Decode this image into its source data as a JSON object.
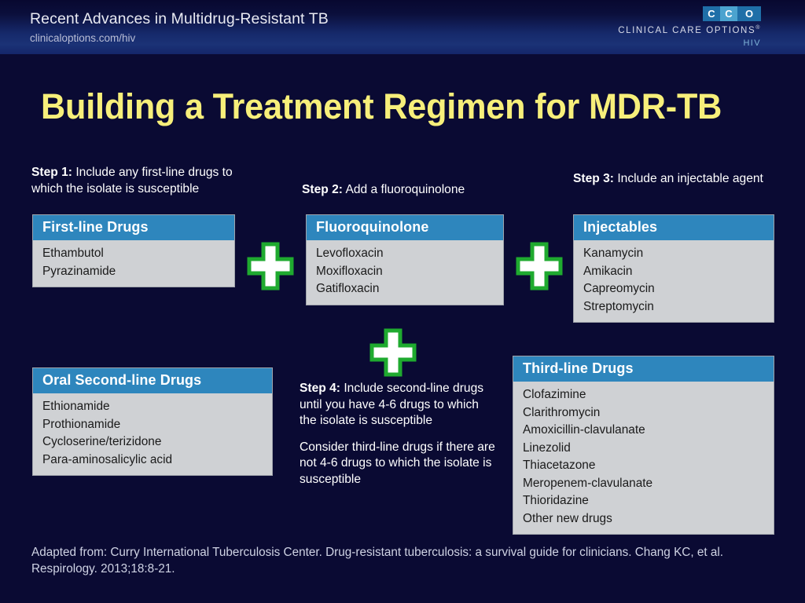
{
  "header": {
    "title": "Recent Advances in Multidrug-Resistant TB",
    "subtitle": "clinicaloptions.com/hiv",
    "logo": {
      "mark_1": "C",
      "mark_2": "C",
      "mark_3": "O",
      "name": "CLINICAL CARE OPTIONS",
      "trademark": "®",
      "tagline": "HIV"
    }
  },
  "title": "Building a Treatment Regimen for MDR-TB",
  "steps": {
    "step1": {
      "label": "Step 1:",
      "text": " Include any first-line drugs to which the isolate is susceptible"
    },
    "step2": {
      "label": "Step 2:",
      "text": " Add a fluoroquinolone"
    },
    "step3": {
      "label": "Step 3:",
      "text": " Include an injectable agent"
    },
    "step4": {
      "label": "Step 4:",
      "text": " Include second-line drugs until you have 4-6 drugs to which the isolate is susceptible",
      "text2": "Consider third-line drugs if there are not 4-6 drugs to which the isolate is susceptible"
    }
  },
  "boxes": {
    "first_line": {
      "heading": "First-line Drugs",
      "drugs": [
        "Ethambutol",
        "Pyrazinamide"
      ]
    },
    "fluoroquinolone": {
      "heading": "Fluoroquinolone",
      "drugs": [
        "Levofloxacin",
        "Moxifloxacin",
        "Gatifloxacin"
      ]
    },
    "injectables": {
      "heading": "Injectables",
      "drugs": [
        "Kanamycin",
        "Amikacin",
        "Capreomycin",
        "Streptomycin"
      ]
    },
    "oral_second_line": {
      "heading": "Oral Second-line Drugs",
      "drugs": [
        "Ethionamide",
        "Prothionamide",
        "Cycloserine/terizidone",
        "Para-aminosalicylic acid"
      ]
    },
    "third_line": {
      "heading": "Third-line Drugs",
      "drugs": [
        "Clofazimine",
        "Clarithromycin",
        "Amoxicillin-clavulanate",
        "Linezolid",
        "Thiacetazone",
        "Meropenem-clavulanate",
        "Thioridazine",
        "Other new drugs"
      ]
    }
  },
  "connectors": [
    {
      "name": "plus-icon-1"
    },
    {
      "name": "plus-icon-2"
    },
    {
      "name": "plus-icon-3"
    }
  ],
  "footer": "Adapted from: Curry International Tuberculosis Center. Drug-resistant tuberculosis: a survival guide for clinicians. Chang KC, et al. Respirology. 2013;18:8-21.",
  "colors": {
    "background": "#0a0a33",
    "header_band": "#16296b",
    "title_yellow": "#f7ef7a",
    "box_header_blue": "#2e86bd",
    "box_body_gray": "#cfd1d4",
    "plus_green": "#1faa2f",
    "plus_white": "#ffffff"
  }
}
